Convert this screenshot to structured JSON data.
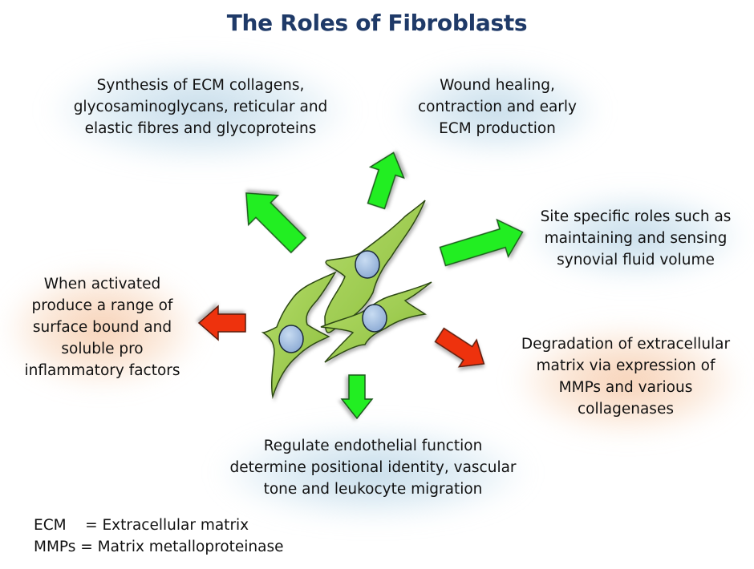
{
  "title": "The Roles of Fibroblasts",
  "colors": {
    "title": "#1f3a68",
    "green_arrow": "#22ee22",
    "red_arrow": "#ee3311",
    "cell_fill": "#9ccc4a",
    "nucleus_fill": "#a9c4e6",
    "blue_glow": "#b4d2e6",
    "orange_glow": "#f2b98c"
  },
  "roles": {
    "synthesis": {
      "lines": [
        "Synthesis of ECM collagens,",
        "glycosaminoglycans, reticular and",
        "elastic fibres and glycoproteins"
      ],
      "arrow": "green",
      "direction": "up-left"
    },
    "wound": {
      "lines": [
        "Wound healing,",
        "contraction and early",
        "ECM production"
      ],
      "arrow": "green",
      "direction": "up"
    },
    "site": {
      "lines": [
        "Site specific roles such as",
        "maintaining and sensing",
        "synovial fluid volume"
      ],
      "arrow": "green",
      "direction": "right"
    },
    "degradation": {
      "lines": [
        "Degradation of extracellular",
        "matrix via expression of",
        "MMPs and various",
        "collagenases"
      ],
      "arrow": "red",
      "direction": "down-right"
    },
    "endothelial": {
      "lines": [
        "Regulate endothelial function",
        "determine positional identity, vascular",
        "tone and leukocyte migration"
      ],
      "arrow": "green",
      "direction": "down"
    },
    "inflammatory": {
      "lines": [
        "When activated",
        "produce a range of",
        "surface bound and",
        "soluble pro",
        "inflammatory factors"
      ],
      "arrow": "red",
      "direction": "left"
    }
  },
  "legend": [
    "ECM    = Extracellular matrix",
    "MMPs = Matrix metalloproteinase"
  ],
  "icons": {
    "cells": "fibroblast-cells-icon",
    "arrow": "block-arrow-icon"
  }
}
